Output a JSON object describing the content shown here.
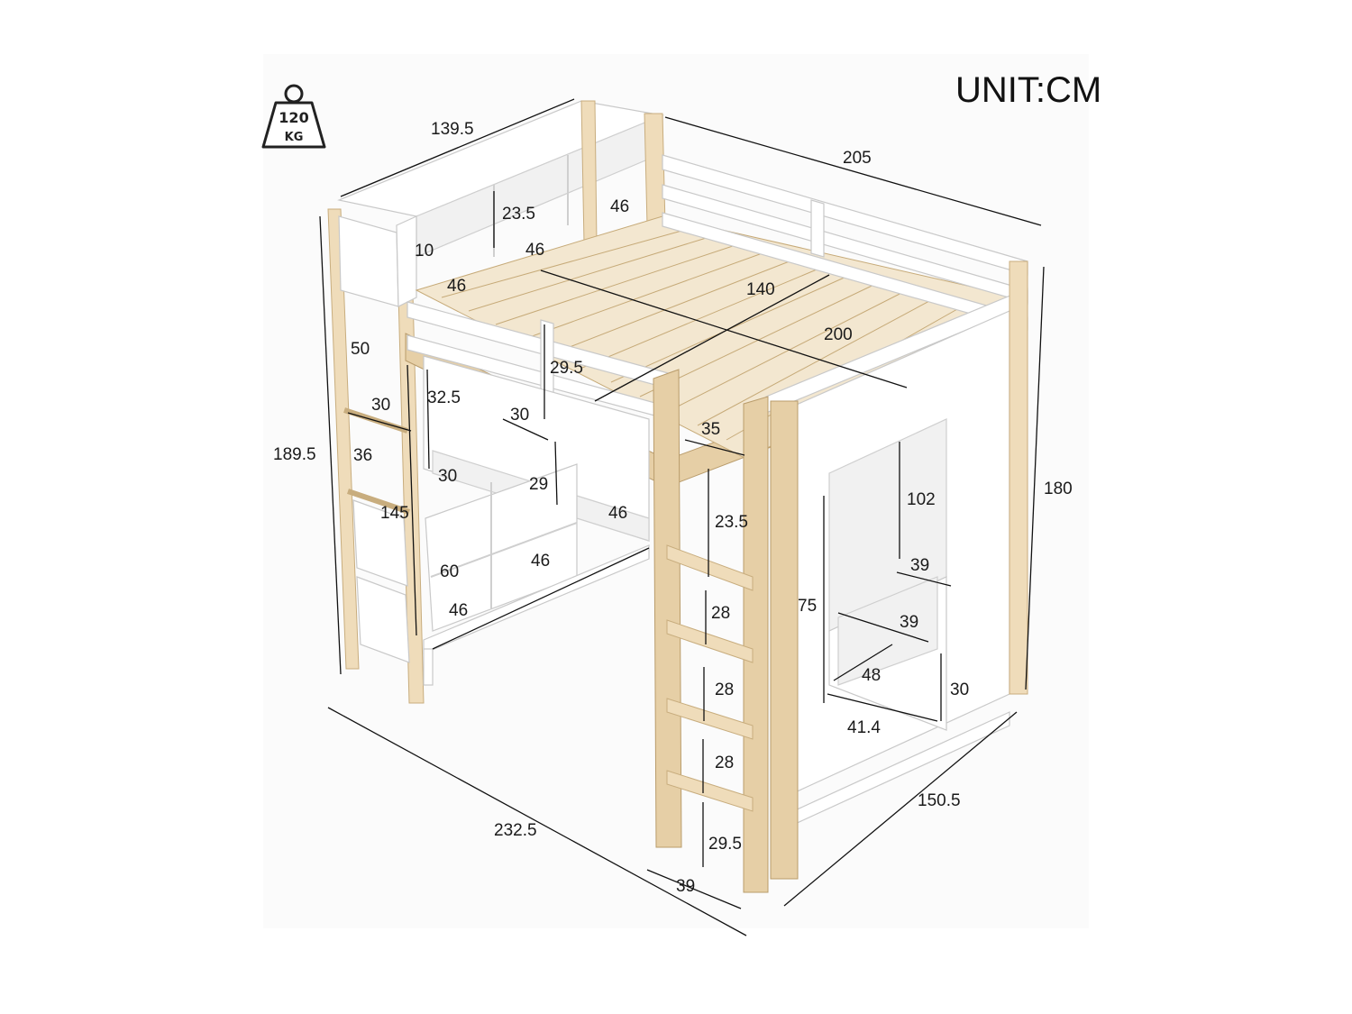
{
  "unit_label": "UNIT:CM",
  "weight_icon": {
    "icon": "weight-icon",
    "value": "120",
    "unit": "KG"
  },
  "dimensions": {
    "top_width": "139.5",
    "top_length": "205",
    "shelf_height": "23.5",
    "shelf_width_a": "46",
    "shelf_width_b": "46",
    "shelf_width_c": "46",
    "shelf_gap": "10",
    "mattress_width": "140",
    "mattress_length": "200",
    "guard_height": "29.5",
    "side_upper": "50",
    "side_shelf_depth": "30",
    "desk_upper": "32.5",
    "desk_depth": "30",
    "side_mid": "36",
    "overall_height_left": "189.5",
    "desk_height": "145",
    "cube_height": "30",
    "cube_depth": "29",
    "cube_width_a": "46",
    "cube_width_b": "46",
    "cube_width_c": "46",
    "lower_cube_height": "60",
    "ladder_top": "35",
    "ladder_step_1": "23.5",
    "ladder_step_2": "28",
    "ladder_step_3": "28",
    "ladder_step_4": "28",
    "ladder_bottom": "29.5",
    "ladder_depth": "39",
    "overall_height_right": "180",
    "wardrobe_height": "102",
    "wardrobe_depth": "39",
    "wardrobe_lower": "75",
    "drawer_depth": "39",
    "drawer_width": "48",
    "drawer_height": "30",
    "drawer_front": "41.4",
    "overall_length": "232.5",
    "overall_width": "150.5"
  }
}
